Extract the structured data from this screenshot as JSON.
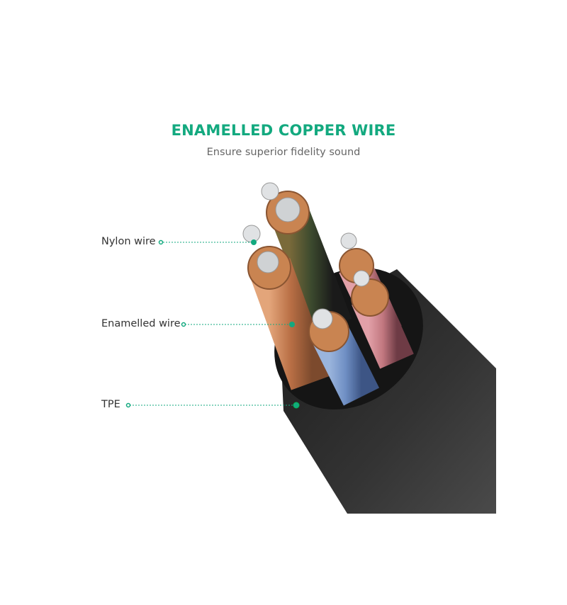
{
  "header": {
    "title": "ENAMELLED COPPER WIRE",
    "subtitle": "Ensure superior fidelity sound"
  },
  "callouts": [
    {
      "label": "Nylon wire"
    },
    {
      "label": "Enamelled wire"
    },
    {
      "label": "TPE"
    }
  ],
  "colors": {
    "accent": "#13a97f",
    "cable": "#2a2a2a",
    "copper": "#c98451",
    "nylon": "#cfd2d4"
  }
}
